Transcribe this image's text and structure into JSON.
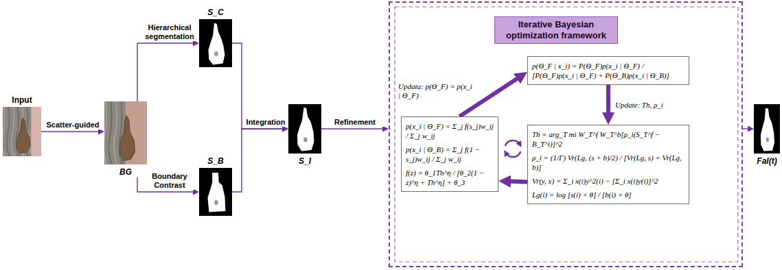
{
  "diagram": {
    "nodes": [
      {
        "text": [
          "Input"
        ]
      },
      {
        "text": [
          "BG"
        ]
      },
      {
        "text": [
          "S_C"
        ]
      },
      {
        "text": [
          "S_B"
        ]
      },
      {
        "text": [
          "S_I"
        ]
      },
      {
        "text": [
          "Iterative Bayesian optimization framework"
        ]
      },
      {
        "text": [
          "p(Θ_F | x_i) = P(Θ_F)p(x_i | Θ_F) / [P(Θ_F)p(x_i | Θ_F) + P(Θ_B)p(x_i | Θ_B)]"
        ],
        "in": 5
      },
      {
        "text": [
          "p(x_i | Θ_F) = Σ_j f(s_j)w_ij / Σ_j w_ij",
          "p(x_i | Θ_B) = Σ_j f(1 − s_j)w_ij / Σ_j w_ij",
          "f(z) = θ_1Th^η / [θ_2(1 − z)^η + Th^η] + θ_3"
        ],
        "in": 5
      },
      {
        "text": [
          "Th = arg_T mi W_T^f W_T^b[ρ_i(S_T^f − B_T^i)]^2",
          "ρ_i = (1/Γ) Vr(Lg, (s + b)/2) / [Vr(Lg, s) + Vr(Lg, b)]",
          "Vr(y, x) = Σ_i x(i)y^2(i) − [Σ_i x(i)y(i)]^2",
          "Lg(i) = log [s(i) + θ] / [b(i) + θ]"
        ],
        "in": 5
      },
      {
        "text": [
          "Fal(t)"
        ]
      }
    ],
    "edges": [
      {
        "from": 0,
        "to": 1,
        "arrow": "to",
        "label": "Scatter-guided"
      },
      {
        "from": 1,
        "to": 2,
        "arrow": "to",
        "label": "Hierarchical segmentation"
      },
      {
        "from": 1,
        "to": 3,
        "arrow": "to",
        "label": "Boundary Contrast"
      },
      {
        "from": 2,
        "to": 4,
        "arrow": "to",
        "label": "Integration"
      },
      {
        "from": 3,
        "to": 4,
        "arrow": "to"
      },
      {
        "from": 4,
        "to": 5,
        "arrow": "to",
        "label": "Refinement"
      },
      {
        "from": 7,
        "to": 6,
        "arrow": "to",
        "label": "Updata: p(Θ_F) = p(x_i | Θ_F)"
      },
      {
        "from": 6,
        "to": 8,
        "arrow": "to",
        "label": "Update: Th, ρ_i"
      },
      {
        "from": 8,
        "to": 7,
        "arrow": "to"
      },
      {
        "from": 5,
        "to": 9,
        "arrow": "to"
      }
    ]
  }
}
